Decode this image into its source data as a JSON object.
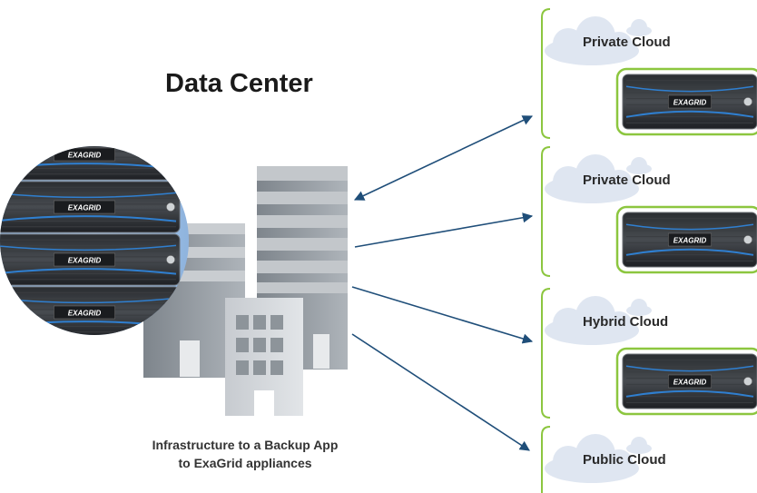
{
  "diagram": {
    "title": "Data Center",
    "caption_line1": "Infrastructure to a Backup App",
    "caption_line2": "to ExaGrid appliances",
    "appliance_brand": "EXAGRID",
    "clouds": [
      {
        "label": "Private Cloud",
        "has_appliance": true
      },
      {
        "label": "Private Cloud",
        "has_appliance": true
      },
      {
        "label": "Hybrid Cloud",
        "has_appliance": true
      },
      {
        "label": "Public Cloud",
        "has_appliance": false
      }
    ],
    "colors": {
      "bracket_green": "#8cc63f",
      "arrow": "#1f4e79",
      "cloud": "#dfe6f1",
      "appliance_accent": "#2f7fd0",
      "building": "#9aa0a6"
    }
  }
}
